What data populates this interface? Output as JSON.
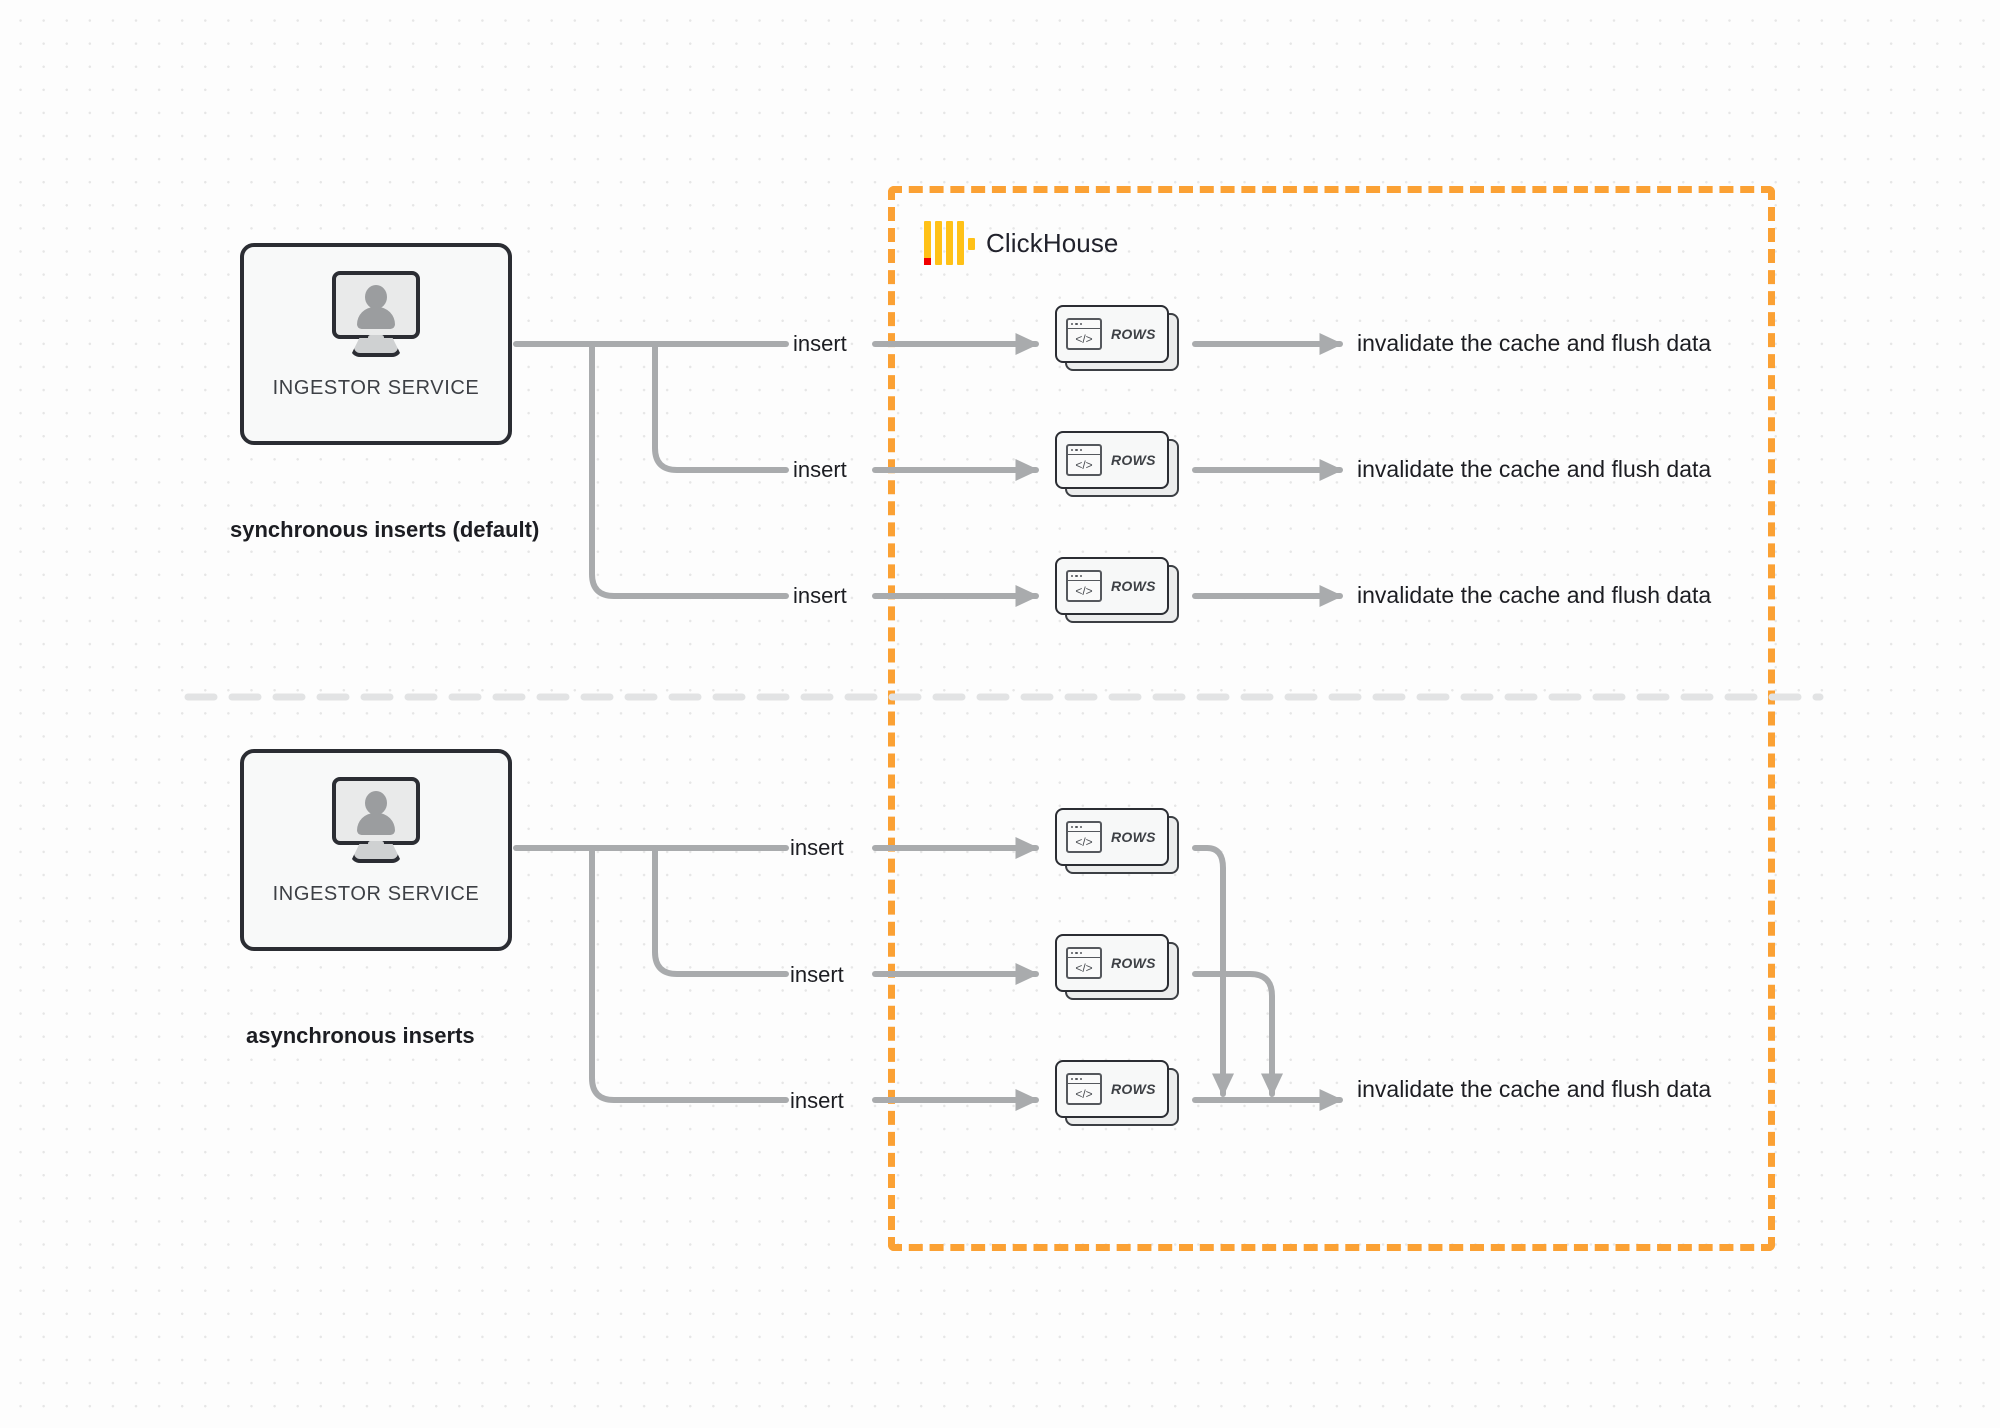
{
  "diagram": {
    "title": "ClickHouse synchronous vs asynchronous inserts",
    "colors": {
      "boundary_orange": "#fba134",
      "logo_yellow": "#ffc117",
      "logo_red": "#f20000",
      "wire_gray": "#a9abad",
      "node_border": "#2b2d33",
      "node_fill": "#f8f9f9",
      "divider_gray": "#e2e3e4",
      "background": "#fdfdfd"
    }
  },
  "clickhouse_boundary": {
    "logo_name": "clickhouse-logo",
    "title": "ClickHouse"
  },
  "sections": [
    {
      "id": "synchronous",
      "caption": "synchronous inserts (default)",
      "service": {
        "label": "INGESTOR SERVICE",
        "icon": "monitor-user-icon"
      },
      "rows": [
        {
          "insert_label": "insert",
          "node_label": "ROWS",
          "node_icon": "code-window-icon",
          "result_label": "invalidate the cache and flush data"
        },
        {
          "insert_label": "insert",
          "node_label": "ROWS",
          "node_icon": "code-window-icon",
          "result_label": "invalidate the cache and flush data"
        },
        {
          "insert_label": "insert",
          "node_label": "ROWS",
          "node_icon": "code-window-icon",
          "result_label": "invalidate the cache and flush data"
        }
      ]
    },
    {
      "id": "asynchronous",
      "caption": "asynchronous inserts",
      "service": {
        "label": "INGESTOR SERVICE",
        "icon": "monitor-user-icon"
      },
      "rows": [
        {
          "insert_label": "insert",
          "node_label": "ROWS",
          "node_icon": "code-window-icon",
          "result_label": ""
        },
        {
          "insert_label": "insert",
          "node_label": "ROWS",
          "node_icon": "code-window-icon",
          "result_label": ""
        },
        {
          "insert_label": "insert",
          "node_label": "ROWS",
          "node_icon": "code-window-icon",
          "result_label": "invalidate the cache and flush data"
        }
      ],
      "merged_result_label": "invalidate the cache and flush data"
    }
  ]
}
